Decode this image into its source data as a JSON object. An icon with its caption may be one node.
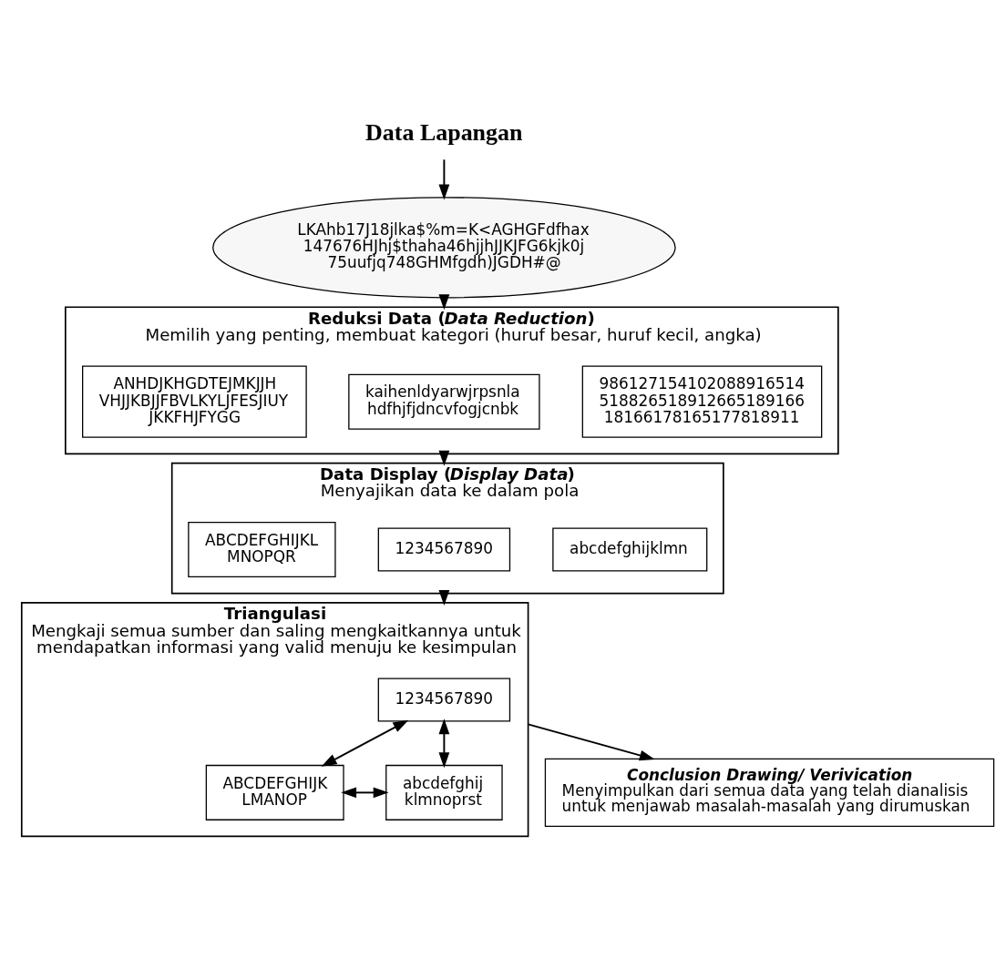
{
  "diagram": {
    "nodes": [
      {
        "text": [
          "Data Lapangan"
        ]
      },
      {
        "text": [
          "LKAhb17J18jlka$%m=K<AGHGFdfhax 147676HJhj$thaha46hjjhJJKJFG6kjk0j 75uufjq748GHMfgdh)JGDH#@"
        ]
      },
      {
        "text": [
          "Reduksi Data (*Data Reduction*)",
          "Memilih yang penting, membuat kategori (huruf besar, huruf kecil, angka)"
        ]
      },
      {
        "text": [
          "ANHDJKHGDTEJMKJJH VHJJKBJJFBVLKYLJFESJIUY JKKFHJFYGG"
        ],
        "in": 2
      },
      {
        "text": [
          "kaihenldyarwjrpsnla hdfhjfjdncvfogjcnbk"
        ],
        "in": 2
      },
      {
        "text": [
          "986127154102088916514 518826518912665189166 18166178165177818911"
        ],
        "in": 2
      },
      {
        "text": [
          "Data Display (*Display Data*)",
          "Menyajikan data ke dalam pola"
        ]
      },
      {
        "text": [
          "ABCDEFGHIJKL MNOPQR"
        ],
        "in": 6
      },
      {
        "text": [
          "1234567890"
        ],
        "in": 6
      },
      {
        "text": [
          "abcdefghijklmn"
        ],
        "in": 6
      },
      {
        "text": [
          "Triangulasi",
          "Mengkaji semua sumber dan saling mengkaitkannya untuk mendapatkan informasi yang valid menuju ke kesimpulan"
        ]
      },
      {
        "text": [
          "ABCDEFGHIJK LMANOP"
        ],
        "in": 10
      },
      {
        "text": [
          "1234567890"
        ],
        "in": 10
      },
      {
        "text": [
          "abcdefghij klmnoprst"
        ],
        "in": 10
      },
      {
        "text": [
          "Conclusion Drawing/ Verivication",
          "Menyimpulkan dari semua data yang telah dianalisis untuk menjawab masalah-masalah yang dirumuskan"
        ]
      }
    ],
    "edges": [
      {
        "from": 0,
        "to": 1,
        "arrow": "to"
      },
      {
        "from": 1,
        "to": 2,
        "arrow": "to"
      },
      {
        "from": 2,
        "to": 6,
        "arrow": "to"
      },
      {
        "from": 6,
        "to": 10,
        "arrow": "to"
      },
      {
        "from": 10,
        "to": 14,
        "arrow": "to"
      },
      {
        "from": 12,
        "to": 11,
        "arrow": "both"
      },
      {
        "from": 12,
        "to": 13,
        "arrow": "both"
      },
      {
        "from": 11,
        "to": 13,
        "arrow": "both"
      }
    ]
  }
}
